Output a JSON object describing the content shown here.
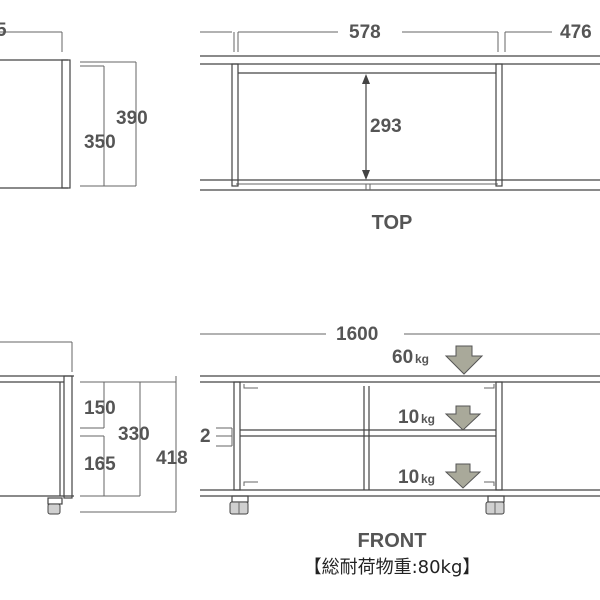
{
  "top_view": {
    "label": "TOP",
    "dims": {
      "left_partial": "5",
      "center_width": "578",
      "right_width": "476",
      "inner_depth": "293"
    }
  },
  "side_top": {
    "dims": {
      "height_outer": "390",
      "height_inner": "350"
    }
  },
  "front_view": {
    "label": "FRONT",
    "dims": {
      "overall_width": "1600",
      "small_left": "2"
    },
    "loads": [
      {
        "value": "60",
        "unit": "kg"
      },
      {
        "value": "10",
        "unit": "kg"
      },
      {
        "value": "10",
        "unit": "kg"
      }
    ],
    "caption": "【総耐荷物重:80kg】"
  },
  "side_front": {
    "dims": {
      "upper": "150",
      "lower": "165",
      "middle": "330",
      "total": "418"
    }
  },
  "colors": {
    "line": "#444444",
    "text": "#555555",
    "arrow": "#a9a99a"
  }
}
